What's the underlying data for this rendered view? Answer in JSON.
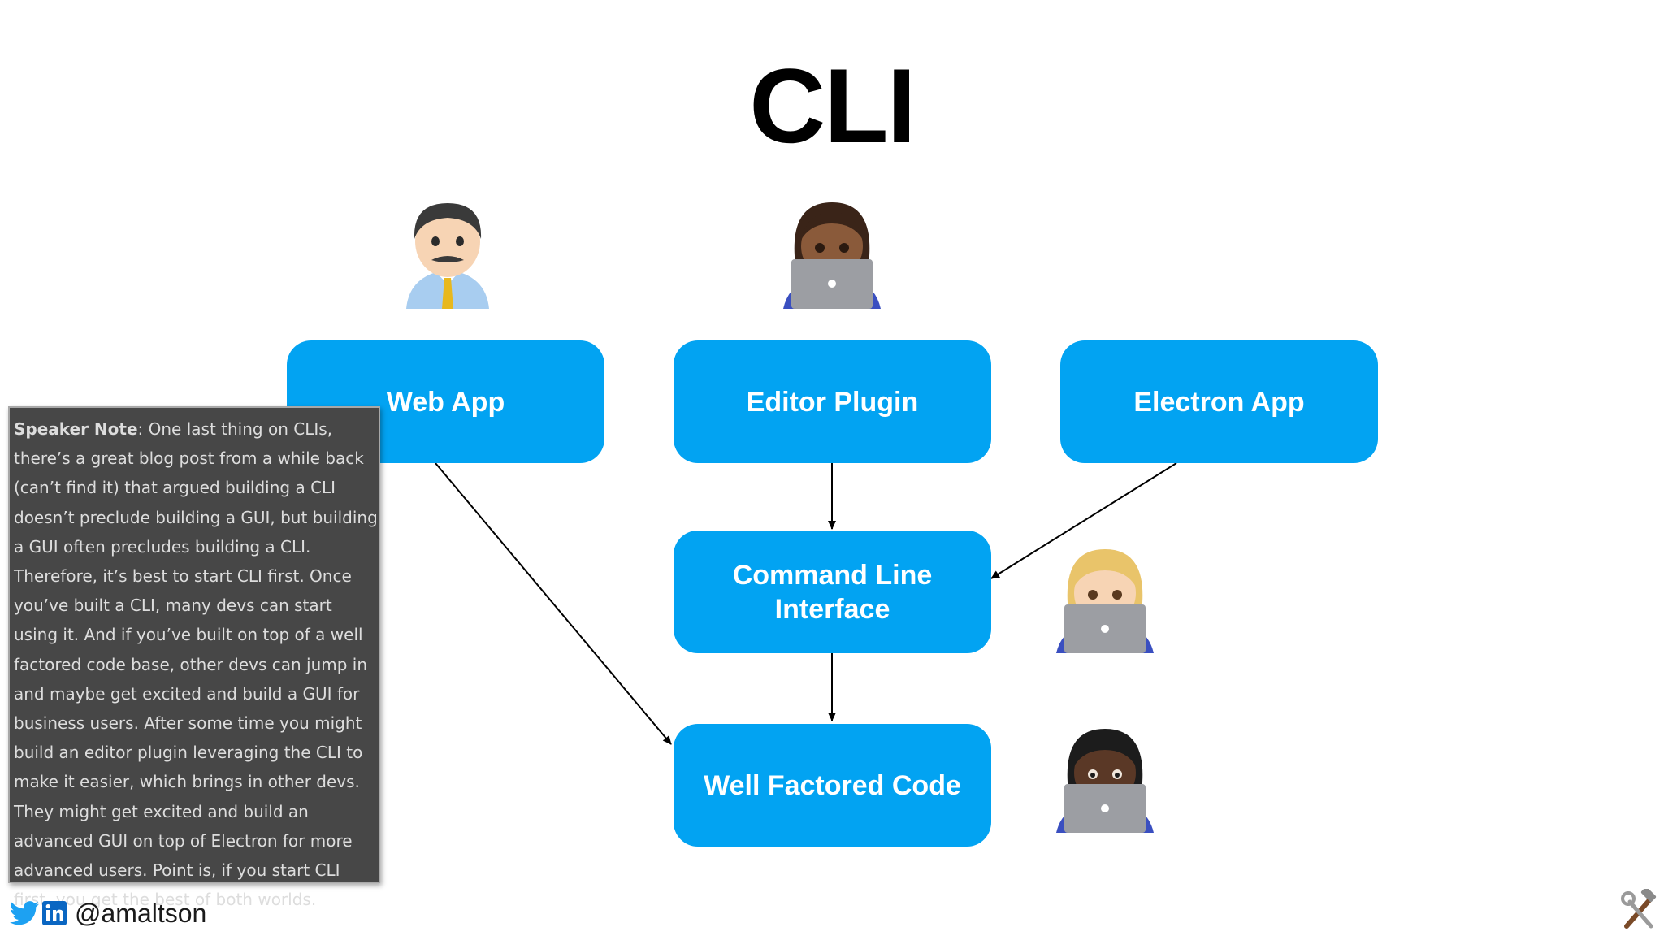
{
  "slide": {
    "title": "CLI",
    "boxes": {
      "web_app": "Web App",
      "editor_plugin": "Editor Plugin",
      "electron_app": "Electron App",
      "cli": "Command Line Interface",
      "code": "Well Factored Code"
    },
    "icons": {
      "man_office": "man-office-worker-icon",
      "woman_tech_top": "woman-technologist-icon",
      "woman_tech_blonde": "woman-technologist-blonde-icon",
      "woman_tech_dark": "woman-technologist-dark-icon",
      "twitter": "twitter-icon",
      "linkedin": "linkedin-icon",
      "tools": "hammer-wrench-icon"
    },
    "colors": {
      "box": "#02a3f2",
      "box_text": "#ffffff",
      "arrow": "#000000"
    }
  },
  "speaker_note": {
    "label": "Speaker Note",
    "text": ": One last thing on CLIs, there’s a great blog post from a while back (can’t find it) that argued building a CLI doesn’t preclude building a GUI, but building a GUI often precludes building a CLI. Therefore, it’s best to start CLI first. Once you’ve built a CLI, many devs can start using it. And if you’ve built on top of a well factored code base, other devs can jump in and maybe get excited and build a GUI for business users. After some time you might build an editor plugin leveraging the CLI to make it easier, which brings in other devs. They might get excited and build an advanced GUI on top of Electron for more advanced users. Point is, if you start CLI first, you get the best of both worlds."
  },
  "footer": {
    "handle": "@amaltson"
  }
}
